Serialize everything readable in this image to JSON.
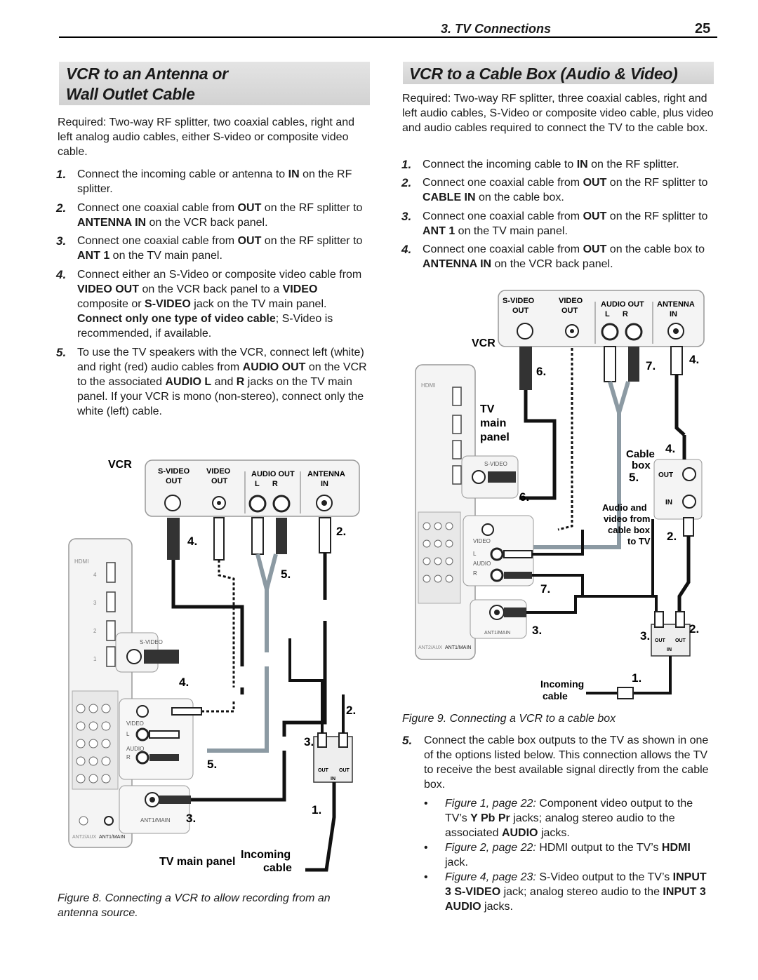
{
  "header": {
    "section": "3. TV Connections",
    "page_number": "25"
  },
  "left": {
    "title_line1": "VCR to an Antenna or",
    "title_line2": "Wall Outlet Cable",
    "required": "Required: Two-way RF splitter, two coaxial cables, right and left analog audio cables, either S-video or composite video cable.",
    "steps": [
      {
        "num": "1.",
        "parts": [
          "Connect the incoming cable or antenna to ",
          "IN",
          " on the RF splitter."
        ]
      },
      {
        "num": "2.",
        "parts": [
          "Connect one coaxial cable from ",
          "OUT",
          " on the RF splitter to ",
          "ANTENNA IN",
          " on the VCR back panel."
        ]
      },
      {
        "num": "3.",
        "parts": [
          "Connect one coaxial cable from ",
          "OUT",
          " on the RF splitter to ",
          "ANT 1",
          " on the TV main panel."
        ]
      },
      {
        "num": "4.",
        "parts": [
          "Connect either an S-Video or composite video cable from ",
          "VIDEO OUT",
          " on the VCR back panel to a ",
          "VIDEO",
          " composite or ",
          "S-VIDEO",
          " jack on the TV main panel. ",
          "Connect only one type of video cable",
          "; S-Video is recommended, if available."
        ]
      },
      {
        "num": "5.",
        "parts": [
          "To use the TV speakers with the VCR, connect left (white) and right (red) audio cables from ",
          "AUDIO OUT",
          " on the VCR to the associated ",
          "AUDIO L",
          " and ",
          "R",
          " jacks on the TV main panel. If your VCR is mono (non-stereo), connect only the white (left) cable."
        ]
      }
    ],
    "figure_caption": "Figure 8.  Connecting a VCR to allow recording from an antenna source."
  },
  "right": {
    "title": "VCR to a Cable Box (Audio & Video)",
    "required": "Required: Two-way RF splitter, three coaxial cables, right and left audio cables, S-Video or composite video cable, plus video and audio cables required to connect the TV to the cable box.",
    "steps": [
      {
        "num": "1.",
        "parts": [
          "Connect the incoming cable to ",
          "IN",
          " on the RF splitter."
        ]
      },
      {
        "num": "2.",
        "parts": [
          "Connect one coaxial cable from ",
          "OUT",
          " on the RF splitter to ",
          "CABLE IN",
          " on the cable box."
        ]
      },
      {
        "num": "3.",
        "parts": [
          "Connect one coaxial cable from ",
          "OUT",
          " on the RF splitter to ",
          "ANT 1",
          " on the TV main panel."
        ]
      },
      {
        "num": "4.",
        "parts": [
          "Connect one coaxial cable from ",
          "OUT",
          " on the cable box to ",
          "ANTENNA IN",
          " on the VCR back panel."
        ]
      }
    ],
    "figure_caption": "Figure 9.  Connecting a VCR to a cable box",
    "step5": {
      "num": "5.",
      "text": "Connect the cable box outputs to the TV as shown in one of the options listed below. This connection allows the TV to receive the best available signal directly from the cable box."
    },
    "bullets": [
      {
        "ref": "Figure 1, page 22:",
        "parts": [
          " Component video output to the TV’s ",
          "Y Pb Pr",
          " jacks; analog stereo audio to the associated ",
          "AUDIO",
          " jacks."
        ]
      },
      {
        "ref": "Figure 2, page 22:",
        "parts": [
          " HDMI output to the TV’s ",
          "HDMI",
          " jack."
        ]
      },
      {
        "ref": "Figure 4, page 23:",
        "parts": [
          " S-Video output to the TV’s ",
          "INPUT 3 S-VIDEO",
          " jack; analog stereo audio to the ",
          "INPUT 3 AUDIO",
          " jacks."
        ]
      }
    ]
  },
  "diagram_labels": {
    "vcr": "VCR",
    "svideo_out": [
      "S-VIDEO",
      "OUT"
    ],
    "video_out": [
      "VIDEO",
      "OUT"
    ],
    "audio_out": [
      "AUDIO OUT",
      "L      R"
    ],
    "antenna_in": [
      "ANTENNA",
      "IN"
    ],
    "tv_main_panel": "TV main panel",
    "tv": "TV",
    "main": "main",
    "panel": "panel",
    "incoming": "Incoming",
    "cable": "cable",
    "hdmi": "HDMI",
    "svideo": "S-VIDEO",
    "video": "VIDEO",
    "l": "L",
    "audio": "AUDIO",
    "r": "R",
    "ant1main": "ANT1/MAIN",
    "ant2aux": "ANT2/AUX",
    "out": "OUT",
    "in": "IN",
    "cable_box": [
      "Cable",
      "box"
    ],
    "audio_video_from": [
      "Audio and",
      "video from",
      "cable box",
      "to TV"
    ],
    "n1": "1.",
    "n2": "2.",
    "n3": "3.",
    "n4": "4.",
    "n5": "5.",
    "n6": "6.",
    "n7": "7.",
    "port_nums": [
      "4",
      "3",
      "2",
      "1"
    ]
  },
  "colors": {
    "title_bg": "#dcdcdc",
    "cable_gray": "#8c9aa3",
    "cable_black": "#111111"
  }
}
